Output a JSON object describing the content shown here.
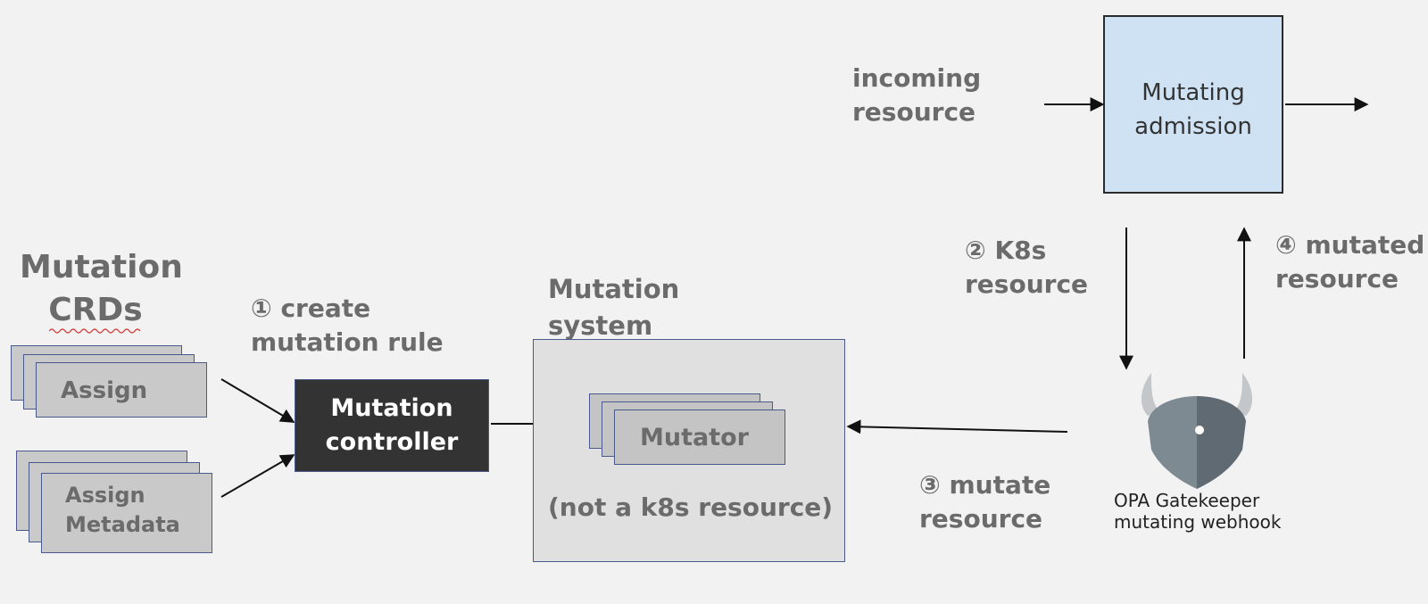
{
  "top": {
    "incoming_line1": "incoming",
    "incoming_line2": "resource",
    "mutating_line1": "Mutating",
    "mutating_line2": "admission"
  },
  "crds": {
    "title_line1": "Mutation",
    "title_line2": "CRDs",
    "assign": "Assign",
    "assign_meta_line1": "Assign",
    "assign_meta_line2": "Metadata"
  },
  "steps": {
    "step1_line1": "① create",
    "step1_line2": "mutation rule",
    "step2_line1": "② K8s",
    "step2_line2": "resource",
    "step3_line1": "③ mutate",
    "step3_line2": "resource",
    "step4_line1": "④ mutated",
    "step4_line2": "resource"
  },
  "controller": {
    "line1": "Mutation",
    "line2": "controller"
  },
  "system": {
    "title_line1": "Mutation",
    "title_line2": "system",
    "mutator": "Mutator",
    "note": "(not a k8s resource)"
  },
  "gatekeeper": {
    "line1": "OPA Gatekeeper",
    "line2": "mutating webhook"
  },
  "colors": {
    "background": "#f2f2f2",
    "admission_fill": "#cfe2f3",
    "controller_fill": "#333333",
    "system_fill": "#e0e0e0",
    "card_fill": "#c9c9c9",
    "label_gray": "#6b6b6b"
  }
}
